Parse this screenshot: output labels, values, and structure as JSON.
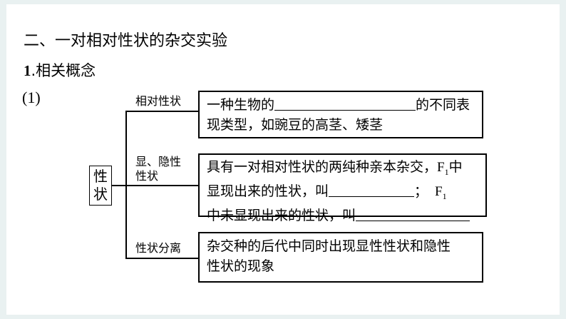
{
  "heading": "二、一对相对性状的杂交实验",
  "section": {
    "num": "1",
    "text": ".相关概念"
  },
  "item_marker": "(1)",
  "root_label": [
    "性",
    "状"
  ],
  "branches": [
    {
      "label": "相对性状",
      "line1_before": "一种生物的",
      "line1_after": "的不同表",
      "line2": "现类型，如豌豆的高茎、矮茎"
    },
    {
      "label_lines": [
        "显、隐性",
        "性状"
      ],
      "line1": "具有一对相对性状的两纯种亲本杂交，",
      "f1_letter": "F",
      "f1_sub": "1",
      "line1_end": "中",
      "line2_before": "显现出来的性状，叫",
      "line2_after": "；",
      "line3_before": "中未显现出来的性状，叫"
    },
    {
      "label": "性状分离",
      "line1": "杂交种的后代中同时出现显性性状和隐性",
      "line2": "性状的现象"
    }
  ]
}
